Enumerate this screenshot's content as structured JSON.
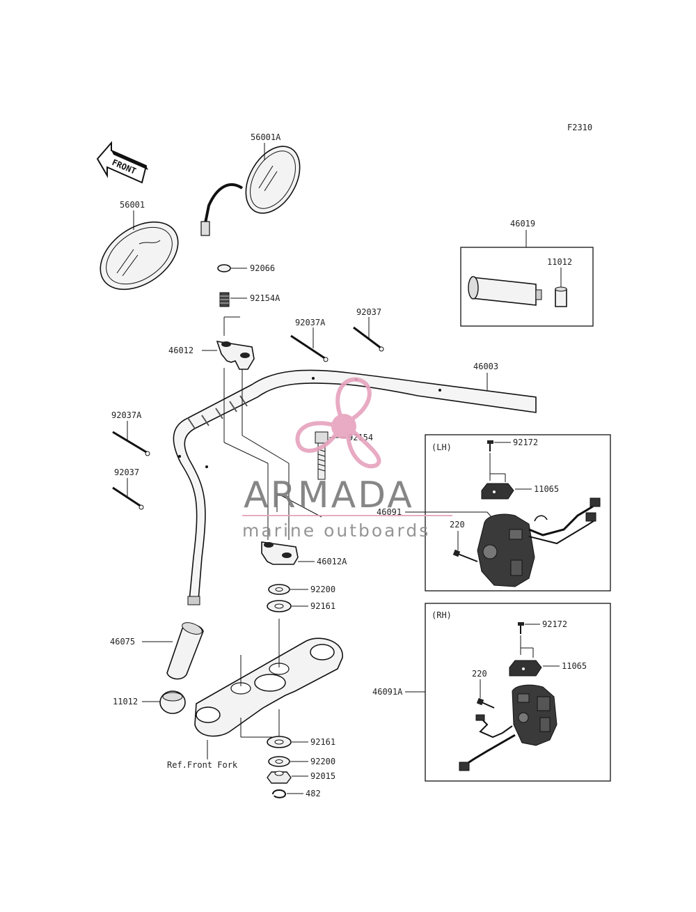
{
  "figure_code": "F2310",
  "front_arrow_label": "FRONT",
  "watermark": {
    "brand": "ARMADA",
    "tagline": "marine outboards",
    "colors": {
      "propeller": "#e6a3bd",
      "text": "#7a7a7a",
      "rule": "#e6a3bd"
    }
  },
  "boxes": {
    "lh_label": "(LH)",
    "rh_label": "(RH)"
  },
  "callouts": {
    "c56001A": "56001A",
    "c56001": "56001",
    "c92066": "92066",
    "c92154A": "92154A",
    "c46012": "46012",
    "c92037A_top": "92037A",
    "c92037_top": "92037",
    "c46019": "46019",
    "c11012_top": "11012",
    "c46003": "46003",
    "c92037A_left": "92037A",
    "c92154": "92154",
    "c92037_left": "92037",
    "c92172_lh": "92172",
    "c11065_lh": "11065",
    "c46091": "46091",
    "c220_lh": "220",
    "c46012A": "46012A",
    "c92200_top": "92200",
    "c92161_top": "92161",
    "c46075": "46075",
    "c11012_bottom": "11012",
    "c92172_rh": "92172",
    "c11065_rh": "11065",
    "c220_rh": "220",
    "c46091A": "46091A",
    "c92161_bottom": "92161",
    "c92200_bottom": "92200",
    "c92015": "92015",
    "c482": "482",
    "ref_front_fork": "Ref.Front Fork"
  }
}
